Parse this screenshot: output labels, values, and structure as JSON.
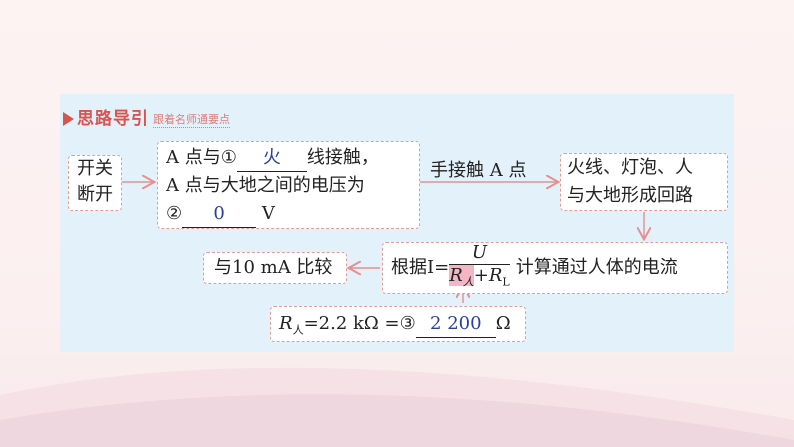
{
  "header": {
    "title": "思路导引",
    "subtitle": "跟着名师通要点"
  },
  "boxes": {
    "switch": {
      "line1": "开关",
      "line2": "断开"
    },
    "pointA": {
      "l1_prefix": "A 点与",
      "circle1": "①",
      "blank1": "火",
      "l1_suffix": "线接触，",
      "l2": "A 点与大地之间的电压为",
      "circle2": "②",
      "blank2": "0",
      "unit2": "V"
    },
    "hand_touch": "手接触 A 点",
    "circuit": {
      "line1": "火线、灯泡、人",
      "line2": "与大地形成回路"
    },
    "formula": {
      "prefix": "根据I=",
      "numerator": "U",
      "den_r_person": "R",
      "den_sub_person": "人",
      "den_plus": "+R",
      "den_sub_l": "L",
      "suffix": "计算通过人体的电流"
    },
    "compare": "与10 mA 比较",
    "resistance": {
      "r_symbol": "R",
      "r_sub": "人",
      "equation": "=2.2 kΩ =",
      "circle3": "③",
      "blank3": "2 200",
      "unit3": "Ω"
    }
  },
  "colors": {
    "accent": "#d9534f",
    "panel": "#e3f1fb",
    "arrow": "#e78f8c",
    "answer": "#2b3f9e",
    "highlight": "#f4b5c4"
  }
}
